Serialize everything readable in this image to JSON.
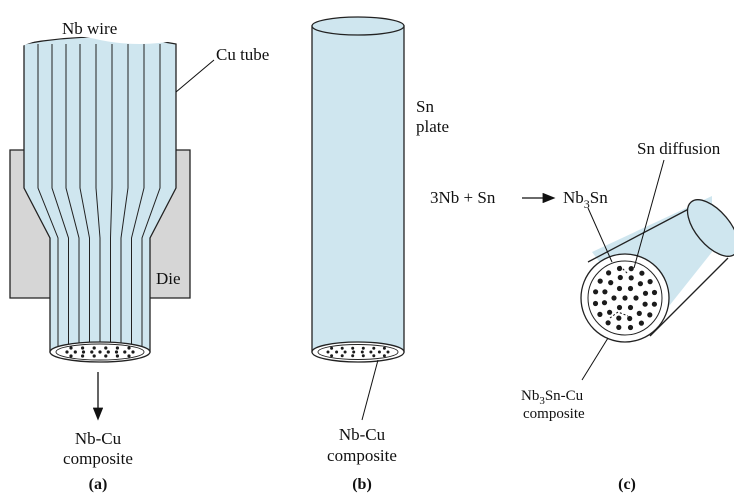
{
  "colors": {
    "metal_fill": "#cfe6ef",
    "die_fill": "#d6d6d6",
    "stroke": "#222222",
    "dot": "#1b1b1b"
  },
  "panel_a": {
    "nb_wire_label": "Nb wire",
    "cu_tube_label": "Cu tube",
    "die_label": "Die",
    "composite_label_line1": "Nb-Cu",
    "composite_label_line2": "composite",
    "caption": "(a)"
  },
  "panel_b": {
    "sn_label_line1": "Sn",
    "sn_label_line2": "plate",
    "composite_label_line1": "Nb-Cu",
    "composite_label_line2": "composite",
    "caption": "(b)"
  },
  "panel_c": {
    "reaction_lhs": "3Nb + Sn",
    "product_base": "Nb",
    "product_sub": "3",
    "product_tail": "Sn",
    "sn_diffusion_label": "Sn diffusion",
    "composite_base": "Nb",
    "composite_sub": "3",
    "composite_tail": "Sn-Cu",
    "composite_line2": "composite",
    "caption": "(c)"
  }
}
